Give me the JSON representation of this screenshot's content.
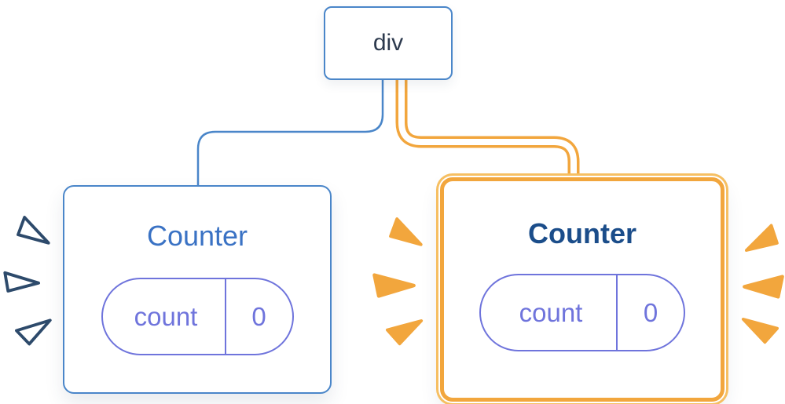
{
  "diagram": {
    "root": {
      "label": "div"
    },
    "children": [
      {
        "title": "Counter",
        "state": {
          "name": "count",
          "value": "0"
        },
        "highlighted": false
      },
      {
        "title": "Counter",
        "state": {
          "name": "count",
          "value": "0"
        },
        "highlighted": true
      }
    ],
    "colors": {
      "node_border_blue": "#4a86c9",
      "connector_blue": "#4a86c9",
      "connector_core": "#ffffff",
      "highlight_orange": "#f2a63d",
      "highlight_orange_light": "#f6bf62",
      "title_blue": "#3a72c4",
      "title_navy_bold": "#1b4d8a",
      "state_purple": "#6f74dc",
      "spark_navy": "#2d4a6b",
      "text_dark": "#2d3a4e"
    }
  }
}
